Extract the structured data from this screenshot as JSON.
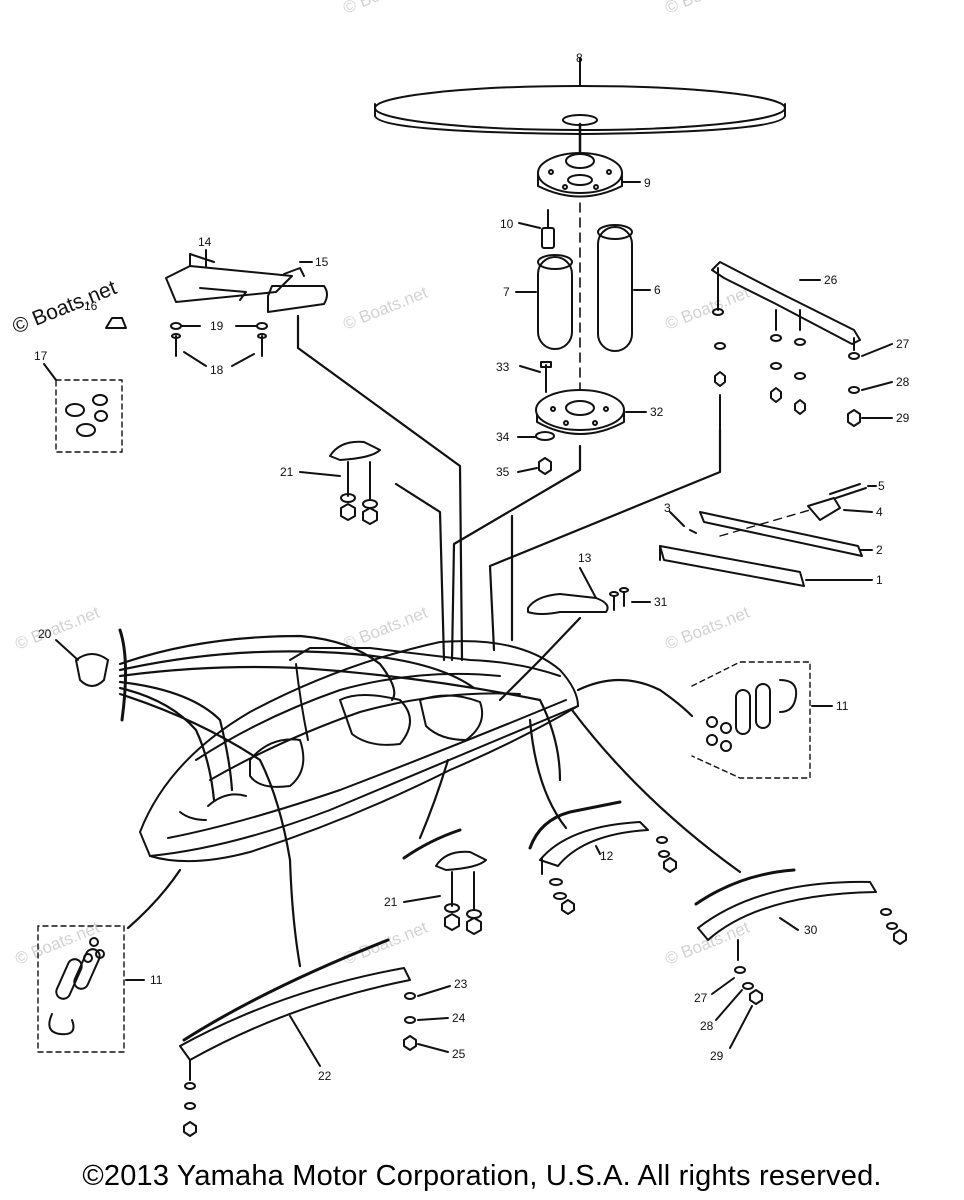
{
  "watermarks": {
    "dark": "© Boats.net",
    "faint": [
      "© Boats.net",
      "© Boats.net",
      "© Boats.net",
      "© Boats.net",
      "© Boats.net",
      "© Boats.net",
      "© Boats.net",
      "© Boats.net",
      "© Boats.net",
      "© Boats.net"
    ]
  },
  "callouts": [
    "1",
    "2",
    "3",
    "4",
    "5",
    "6",
    "7",
    "8",
    "9",
    "10",
    "11",
    "11",
    "12",
    "13",
    "14",
    "15",
    "16",
    "17",
    "18",
    "19",
    "20",
    "21",
    "21",
    "22",
    "23",
    "24",
    "25",
    "26",
    "27",
    "27",
    "28",
    "28",
    "29",
    "29",
    "30",
    "31",
    "32",
    "33",
    "34",
    "35"
  ],
  "copyright": "©2013 Yamaha Motor Corporation, U.S.A. All rights reserved."
}
